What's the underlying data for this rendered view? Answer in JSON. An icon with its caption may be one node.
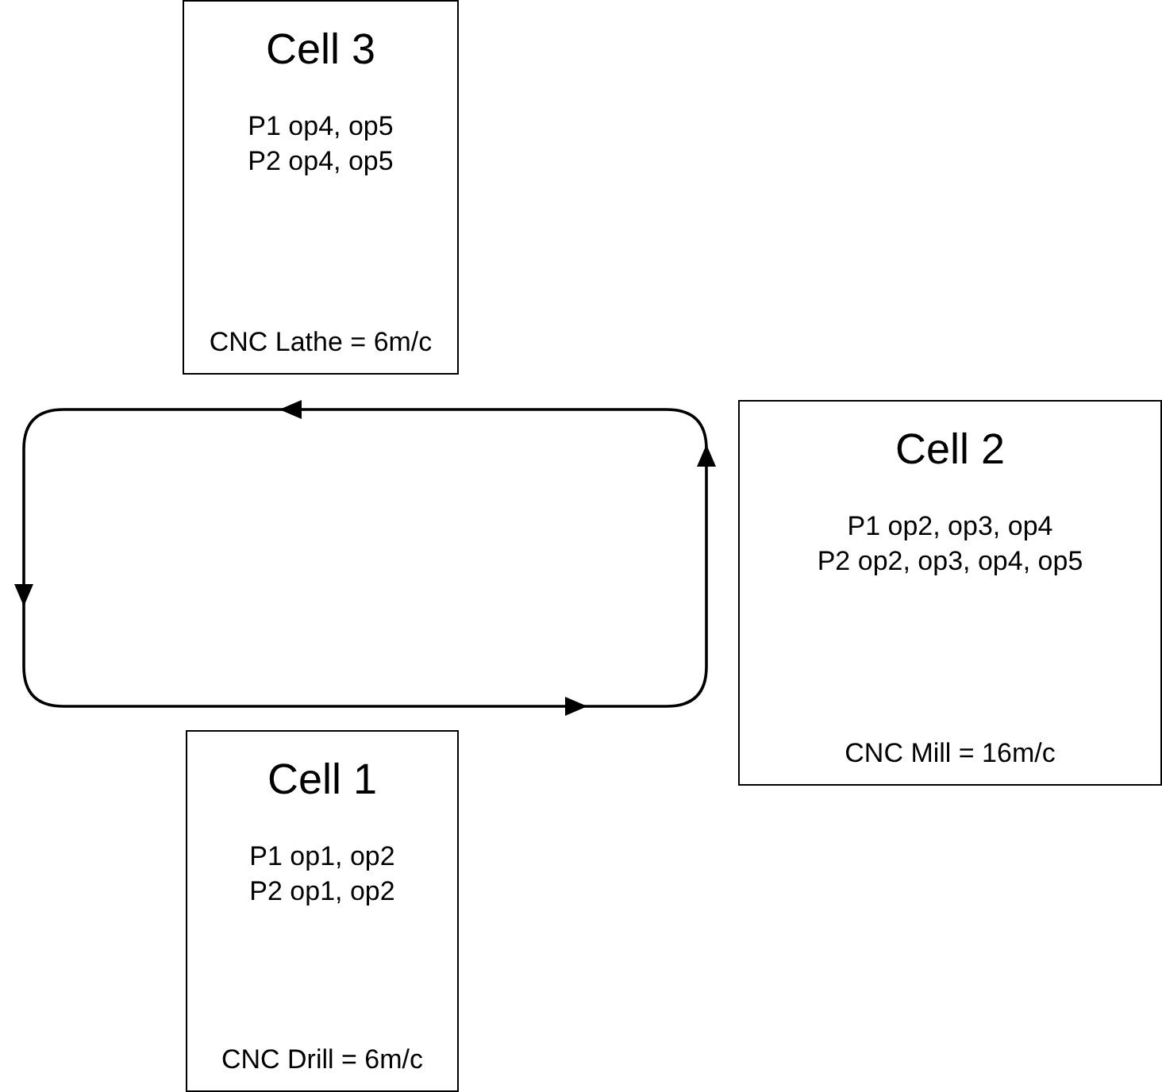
{
  "diagram": {
    "nodes": [
      {
        "text": [
          "Cell 3",
          "P1 op4, op5",
          "P2 op4, op5",
          "CNC Lathe = 6m/c"
        ]
      },
      {
        "text": [
          "Cell 2",
          "P1 op2, op3, op4",
          "P2 op2, op3, op4, op5",
          "CNC Mill = 16m/c"
        ]
      },
      {
        "text": [
          "Cell 1",
          "P1 op1, op2",
          "P2 op1, op2",
          "CNC Drill = 6m/c"
        ]
      }
    ]
  }
}
